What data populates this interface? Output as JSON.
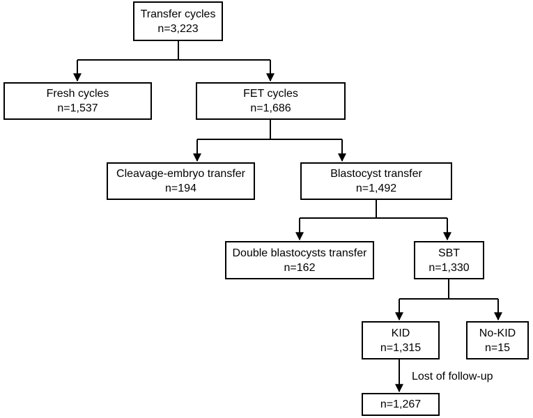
{
  "flowchart": {
    "root": {
      "title": "Transfer cycles",
      "count": "n=3,223"
    },
    "fresh": {
      "title": "Fresh cycles",
      "count": "n=1,537"
    },
    "fet": {
      "title": "FET cycles",
      "count": "n=1,686"
    },
    "cleavage": {
      "title": "Cleavage-embryo transfer",
      "count": "n=194"
    },
    "blastocyst": {
      "title": "Blastocyst transfer",
      "count": "n=1,492"
    },
    "double": {
      "title": "Double blastocysts transfer",
      "count": "n=162"
    },
    "sbt": {
      "title": "SBT",
      "count": "n=1,330"
    },
    "kid": {
      "title": "KID",
      "count": "n=1,315"
    },
    "nokid": {
      "title": "No-KID",
      "count": "n=15"
    },
    "final": {
      "count": "n=1,267"
    },
    "lost_label": "Lost of follow-up"
  },
  "colors": {
    "line": "#000000",
    "box_border": "#000000",
    "background": "#ffffff"
  }
}
